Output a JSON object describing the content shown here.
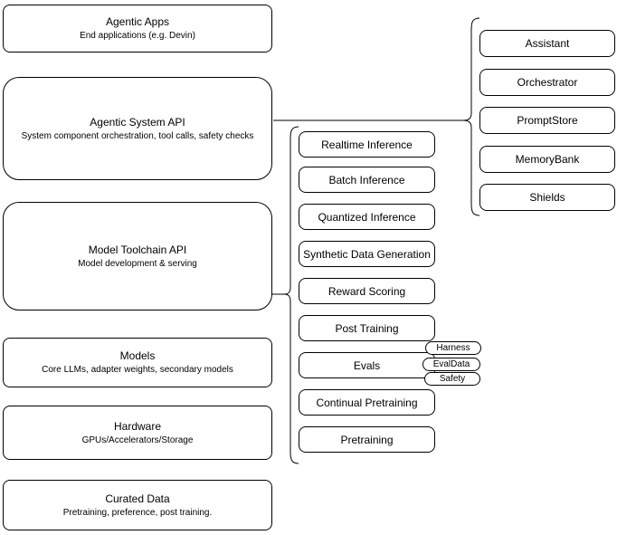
{
  "diagram": {
    "colors": {
      "background": "#ffffff",
      "node_fill": "#ffffff",
      "stroke": "#000000",
      "text": "#000000"
    },
    "left_stack": {
      "boxes": [
        {
          "title": "Agentic Apps",
          "subtitle": "End applications (e.g. Devin)"
        },
        {
          "title": "Agentic System API",
          "subtitle": "System component orchestration, tool calls, safety checks"
        },
        {
          "title": "Model Toolchain API",
          "subtitle": "Model development & serving"
        },
        {
          "title": "Models",
          "subtitle": "Core LLMs, adapter weights, secondary models"
        },
        {
          "title": "Hardware",
          "subtitle": "GPUs/Accelerators/Storage"
        },
        {
          "title": "Curated Data",
          "subtitle": "Pretraining, preference, post training."
        }
      ]
    },
    "toolchain_group": {
      "items": [
        "Realtime Inference",
        "Batch Inference",
        "Quantized Inference",
        "Synthetic Data Generation",
        "Reward Scoring",
        "Post Training",
        "Evals",
        "Continual Pretraining",
        "Pretraining"
      ]
    },
    "evals_tags": [
      "Harness",
      "EvalData",
      "Safety"
    ],
    "system_group": {
      "items": [
        "Assistant",
        "Orchestrator",
        "PromptStore",
        "MemoryBank",
        "Shields"
      ]
    }
  }
}
